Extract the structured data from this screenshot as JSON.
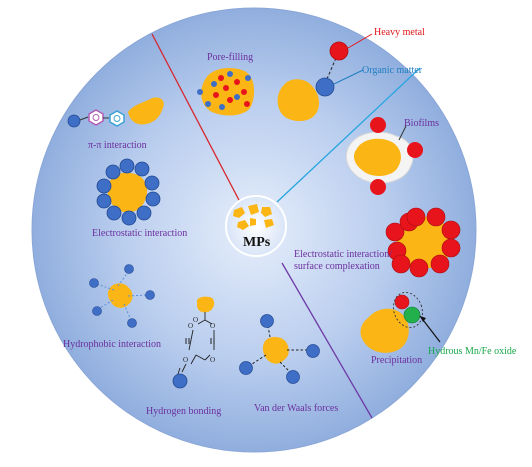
{
  "center": {
    "label": "MPs"
  },
  "mechanisms": {
    "pi_pi": "π-π interaction",
    "electrostatic_left": "Electrostatic interaction",
    "hydrophobic": "Hydrophobic interaction",
    "hydrogen_bonding": "Hydrogen bonding",
    "van_der_waals": "Van der Waals forces",
    "pore_filling": "Pore-filling",
    "electrostatic_right_1": "Electrostatic interaction/",
    "electrostatic_right_2": "surface complexation",
    "precipitation": "Precipitation",
    "biofilms": "Biofilms"
  },
  "legend": {
    "heavy_metal": "Heavy metal",
    "organic_matter": "Organic matter",
    "hydrous_oxide": "Hydrous Mn/Fe oxide"
  },
  "colors": {
    "circle_fill": "#a8c2e8",
    "plastic": "#fbb515",
    "organic": "#3e6ec5",
    "metal": "#e8141c",
    "oxide": "#22b04c",
    "divider_red": "#d7262e",
    "divider_blue": "#27a6e0",
    "divider_purple": "#6e3aa6"
  }
}
